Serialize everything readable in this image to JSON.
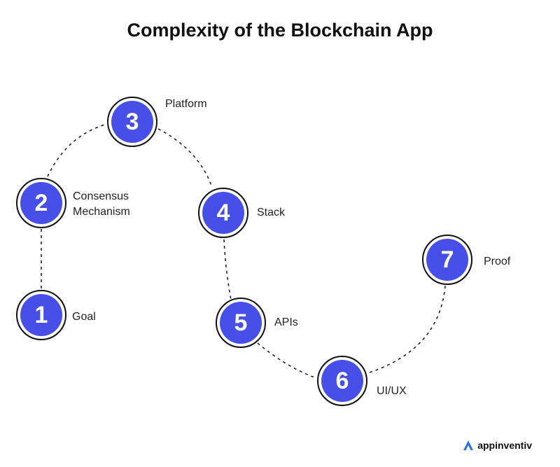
{
  "title": "Complexity of the Blockchain App",
  "steps": [
    {
      "number": "1",
      "label": "Goal"
    },
    {
      "number": "2",
      "label_line1": "Consensus",
      "label_line2": "Mechanism"
    },
    {
      "number": "3",
      "label": "Platform"
    },
    {
      "number": "4",
      "label": "Stack"
    },
    {
      "number": "5",
      "label": "APIs"
    },
    {
      "number": "6",
      "label": "UI/UX"
    },
    {
      "number": "7",
      "label": "Proof"
    }
  ],
  "brand": {
    "name": "appinventiv",
    "icon": "appinventiv-logo-icon"
  },
  "colors": {
    "node_fill": "#4650e8",
    "node_ring": "#111111"
  }
}
